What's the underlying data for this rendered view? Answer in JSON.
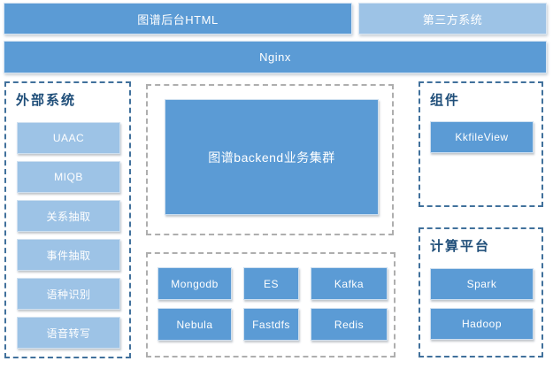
{
  "colors": {
    "medium_blue": "#5b9bd5",
    "light_blue": "#9dc3e6",
    "dashed_blue_border": "#41719c",
    "dashed_gray_border": "#aeaeae",
    "section_title_text": "#1f4e79",
    "node_text": "#ffffff"
  },
  "top": {
    "backend_html_bar": "图谱后台HTML",
    "third_party_bar": "第三方系统",
    "nginx_bar": "Nginx"
  },
  "external_systems": {
    "title": "外部系统",
    "items": [
      "UAAC",
      "MIQB",
      "关系抽取",
      "事件抽取",
      "语种识别",
      "语音转写"
    ]
  },
  "backend_cluster": {
    "label": "图谱backend业务集群"
  },
  "middleware": {
    "rows": [
      [
        "Mongodb",
        "ES",
        "Kafka"
      ],
      [
        "Nebula",
        "Fastdfs",
        "Redis"
      ]
    ]
  },
  "components": {
    "title": "组件",
    "items": [
      "KkfileView"
    ]
  },
  "compute_platform": {
    "title": "计算平台",
    "items": [
      "Spark",
      "Hadoop"
    ]
  }
}
